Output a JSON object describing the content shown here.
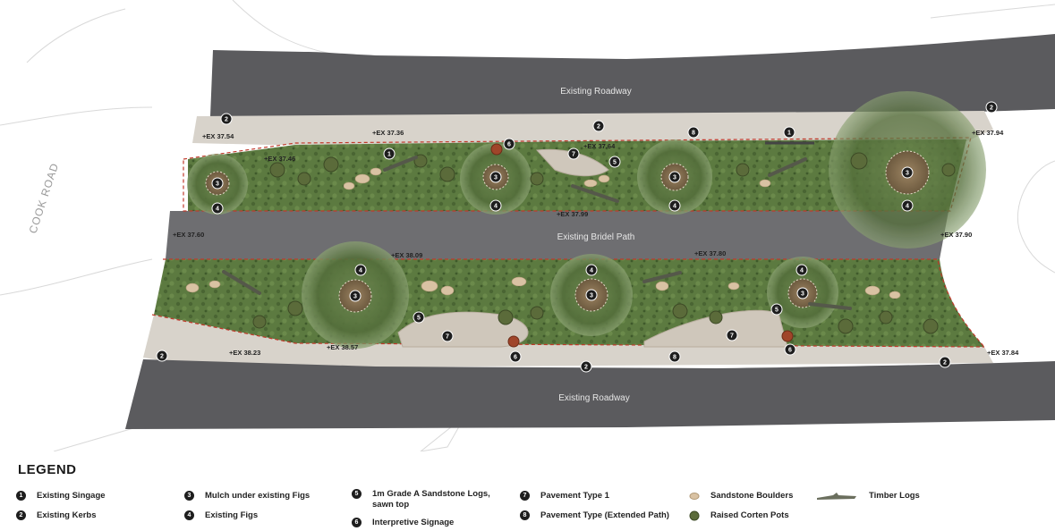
{
  "streets": {
    "cook_road": "COOK ROAD"
  },
  "areas": {
    "roadway_top": "Existing Roadway",
    "roadway_bottom": "Existing Roadway",
    "bridle_path": "Existing Bridel Path"
  },
  "levels": [
    "+EX 37.54",
    "+EX 37.36",
    "+EX 37.64",
    "+EX 37.94",
    "+EX 37.46",
    "+EX 37.99",
    "+EX 37.60",
    "+EX 37.90",
    "+EX 38.09",
    "+EX 37.80",
    "+EX 38.23",
    "+EX 38.57",
    "+EX 37.84"
  ],
  "legend": {
    "title": "LEGEND",
    "items": [
      {
        "num": "1",
        "label": "Existing Singage"
      },
      {
        "num": "2",
        "label": "Existing Kerbs"
      },
      {
        "num": "3",
        "label": "Mulch under existing Figs"
      },
      {
        "num": "4",
        "label": "Existing Figs"
      },
      {
        "num": "5",
        "label": "1m Grade A Sandstone Logs, sawn top"
      },
      {
        "num": "6",
        "label": "Interpretive Signage"
      },
      {
        "num": "7",
        "label": "Pavement Type 1"
      },
      {
        "num": "8",
        "label": "Pavement Type (Extended Path)"
      }
    ],
    "symbols": [
      {
        "label": "Sandstone Boulders",
        "color": "#d9c2a3"
      },
      {
        "label": "Raised Corten Pots",
        "color": "#5b6b3a"
      },
      {
        "label": "Timber Logs",
        "color": "#6b6f5e"
      }
    ]
  },
  "colors": {
    "road": "#5b5b5e",
    "path": "#6e6e71",
    "planting": "#4f6a35",
    "paving": "#d8d3cb",
    "corten": "#a0452a",
    "boundary": "#c0392b"
  }
}
